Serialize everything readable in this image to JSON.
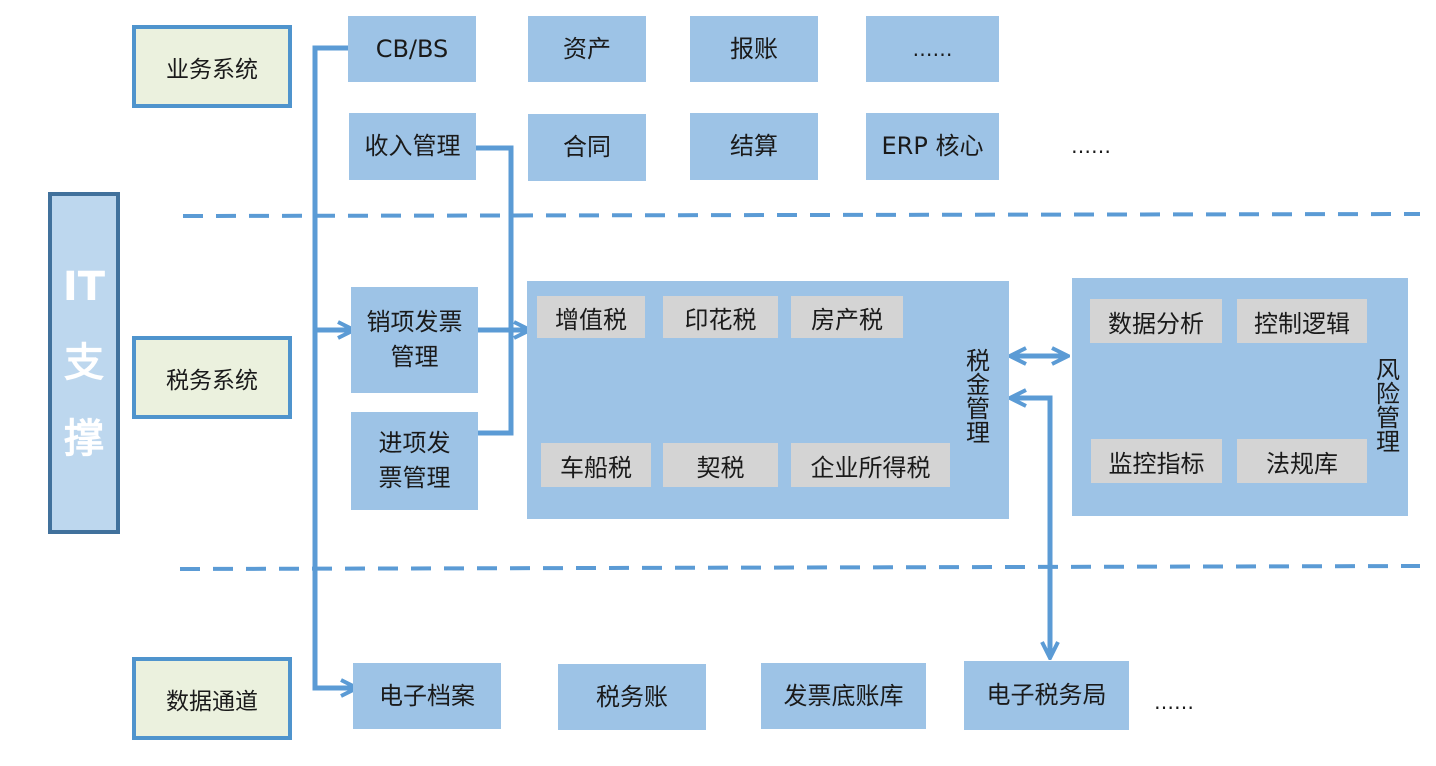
{
  "left_column": {
    "it_support": [
      "IT",
      "支",
      "撑"
    ],
    "business_systems": "业务系统",
    "tax_systems": "税务系统",
    "data_channel": "数据通道"
  },
  "business_row1": [
    "CB/BS",
    "资产",
    "报账",
    "……"
  ],
  "business_row2": [
    "收入管理",
    "合同",
    "结算",
    "ERP 核心",
    "……"
  ],
  "tax_invoice": {
    "output_invoice_line1": "销项发票",
    "output_invoice_line2": "管理",
    "input_invoice_line1": "进项发",
    "input_invoice_line2": "票管理"
  },
  "tax_management": {
    "title": "税金管理",
    "items": [
      "增值税",
      "印花税",
      "房产税",
      "车船税",
      "契税",
      "企业所得税"
    ]
  },
  "risk_management": {
    "title": "风险管理",
    "items": [
      "数据分析",
      "控制逻辑",
      "监控指标",
      "法规库"
    ]
  },
  "data_row": [
    "电子档案",
    "税务账",
    "发票底账库",
    "电子税务局",
    "……"
  ],
  "colors": {
    "box_fill": "#9dc3e6",
    "category_fill": "#ebf1de",
    "category_border": "#4f94cd",
    "item_fill": "#d4d4d4",
    "connector": "#5b9bd5",
    "it_fill": "#bdd7ee",
    "it_border": "#41719c"
  }
}
